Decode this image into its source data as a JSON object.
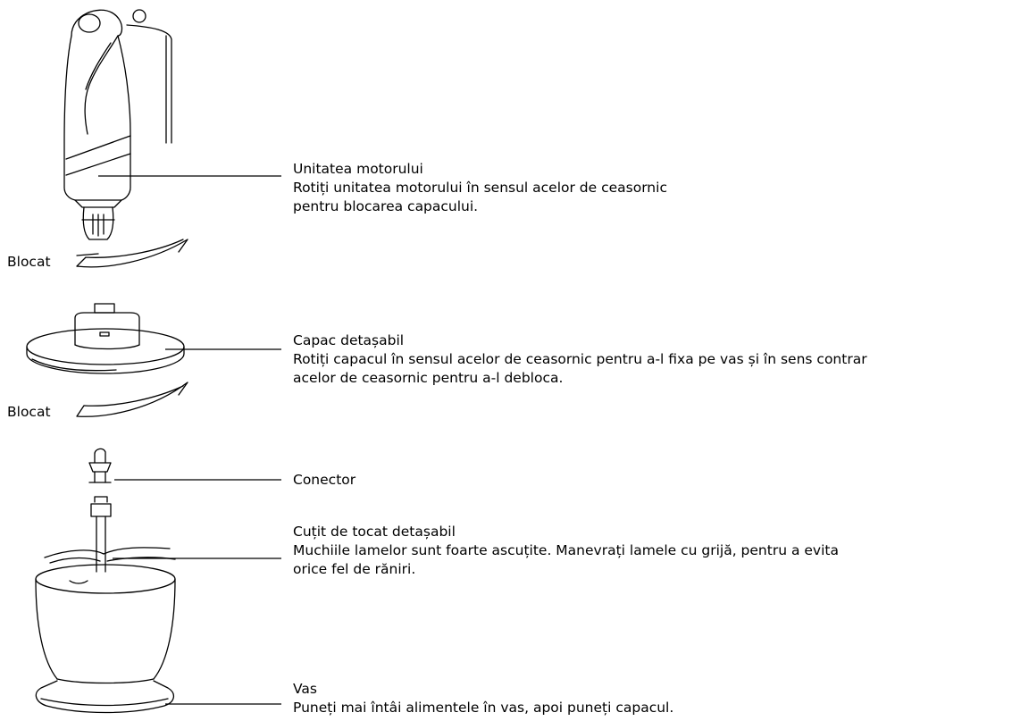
{
  "parts": [
    {
      "title": "Unitatea motorului",
      "lines": [
        "Rotiți unitatea motorului în sensul acelor de ceasornic",
        "pentru blocarea capacului."
      ]
    },
    {
      "title": "Capac detașabil",
      "lines": [
        "Rotiți capacul în sensul acelor de ceasornic pentru a-l fixa pe vas și în sens contrar",
        "acelor de ceasornic pentru a-l debloca."
      ]
    },
    {
      "title": "Conector",
      "lines": []
    },
    {
      "title": "Cuțit de tocat detașabil",
      "lines": [
        "Muchiile lamelor sunt foarte ascuțite. Manevrați lamele cu grijă, pentru a evita",
        "orice fel de răniri."
      ]
    },
    {
      "title": "Vas",
      "lines": [
        "Puneți mai întâi alimentele în vas, apoi puneți capacul."
      ]
    }
  ],
  "lock_labels": [
    "Blocat",
    "Blocat"
  ]
}
